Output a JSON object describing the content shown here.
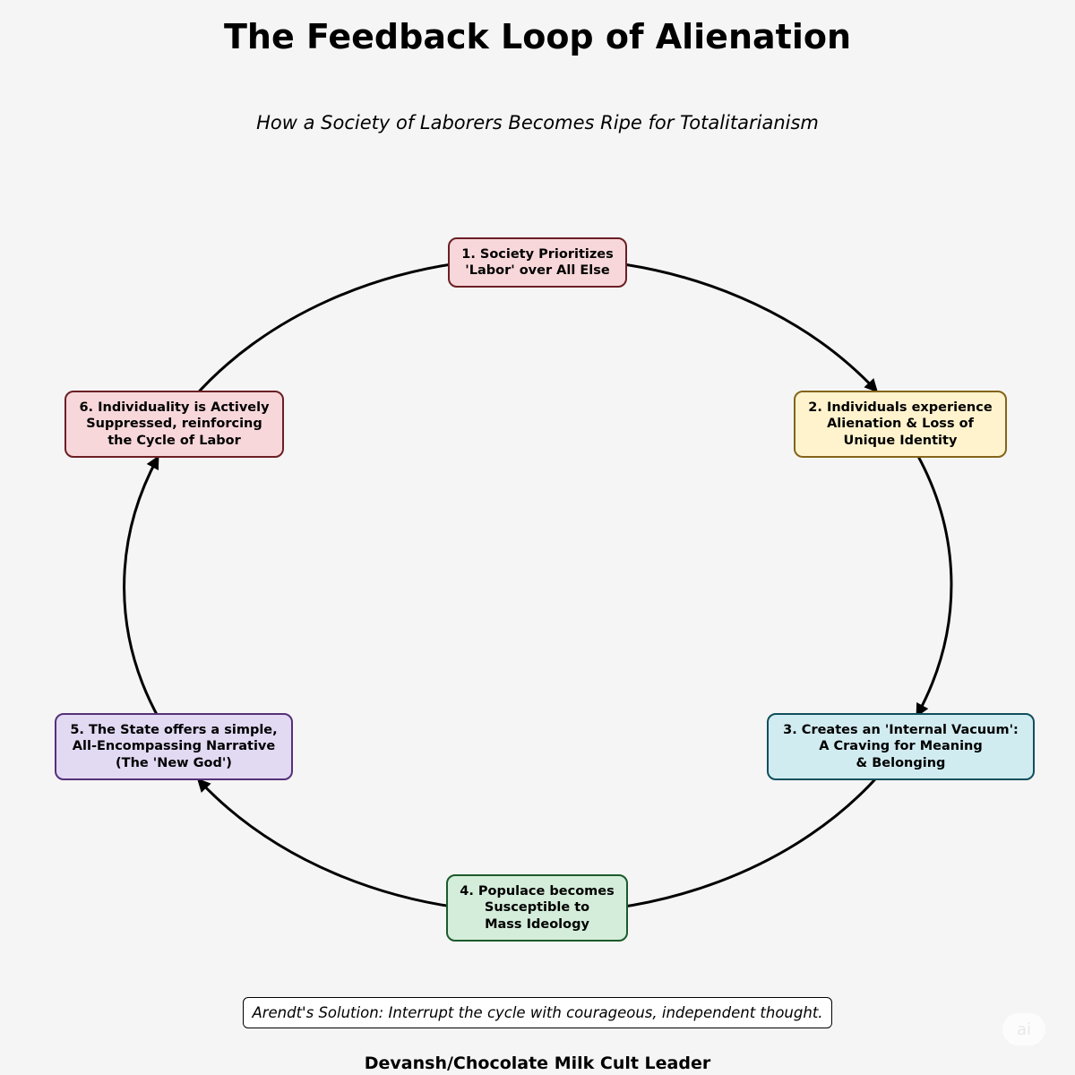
{
  "title": "The Feedback Loop of Alienation",
  "subtitle": "How a Society of Laborers Becomes Ripe for Totalitarianism",
  "nodes": [
    {
      "label": "1. Society Prioritizes\n'Labor' over All Else",
      "fill": "#f8d7da",
      "border": "#6b1f24"
    },
    {
      "label": "2. Individuals experience\nAlienation & Loss of\nUnique Identity",
      "fill": "#fff3cd",
      "border": "#846419"
    },
    {
      "label": "3. Creates an 'Internal Vacuum':\nA Craving for Meaning\n& Belonging",
      "fill": "#d1ecf1",
      "border": "#0f4f5c"
    },
    {
      "label": "4. Populace becomes\nSusceptible to\nMass Ideology",
      "fill": "#d4edda",
      "border": "#1c5a2b"
    },
    {
      "label": "5. The State offers a simple,\nAll-Encompassing Narrative\n(The 'New God')",
      "fill": "#e2d9f3",
      "border": "#553178"
    },
    {
      "label": "6. Individuality is Actively\nSuppressed, reinforcing\nthe Cycle of Labor",
      "fill": "#f8d7da",
      "border": "#6b1f24"
    }
  ],
  "solution": "Arendt's Solution: Interrupt the cycle with courageous, independent thought.",
  "author": "Devansh/Chocolate Milk Cult Leader",
  "watermark": "ai",
  "colors": {
    "background": "#f5f5f5",
    "arrow": "#000000"
  }
}
